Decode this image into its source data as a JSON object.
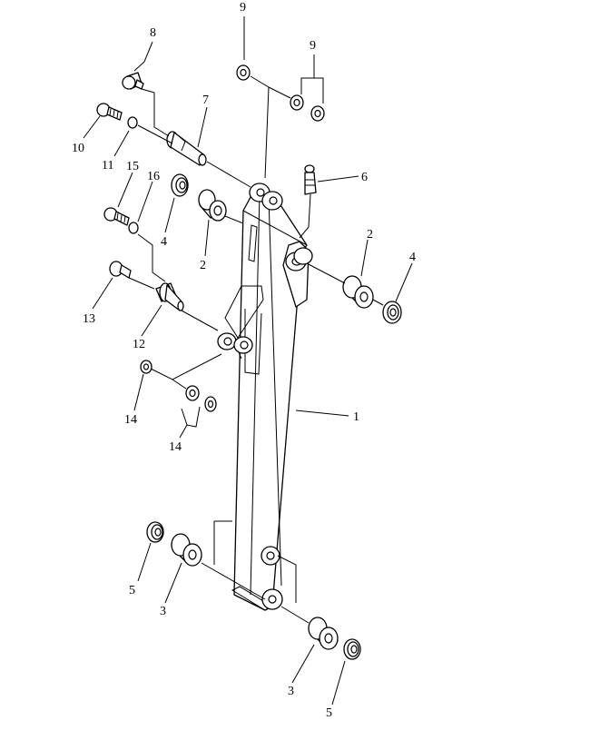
{
  "callouts": [
    {
      "id": "c9a",
      "text": "9"
    },
    {
      "id": "c9b",
      "text": "9"
    },
    {
      "id": "c8",
      "text": "8"
    },
    {
      "id": "c7",
      "text": "7"
    },
    {
      "id": "c6",
      "text": "6"
    },
    {
      "id": "c10",
      "text": "10"
    },
    {
      "id": "c11",
      "text": "11"
    },
    {
      "id": "c15",
      "text": "15"
    },
    {
      "id": "c16",
      "text": "16"
    },
    {
      "id": "c4a",
      "text": "4"
    },
    {
      "id": "c2a",
      "text": "2"
    },
    {
      "id": "c2b",
      "text": "2"
    },
    {
      "id": "c4b",
      "text": "4"
    },
    {
      "id": "c13",
      "text": "13"
    },
    {
      "id": "c12",
      "text": "12"
    },
    {
      "id": "c1",
      "text": "1"
    },
    {
      "id": "c14a",
      "text": "14"
    },
    {
      "id": "c14b",
      "text": "14"
    },
    {
      "id": "c5a",
      "text": "5"
    },
    {
      "id": "c3a",
      "text": "3"
    },
    {
      "id": "c3b",
      "text": "3"
    },
    {
      "id": "c5b",
      "text": "5"
    }
  ]
}
